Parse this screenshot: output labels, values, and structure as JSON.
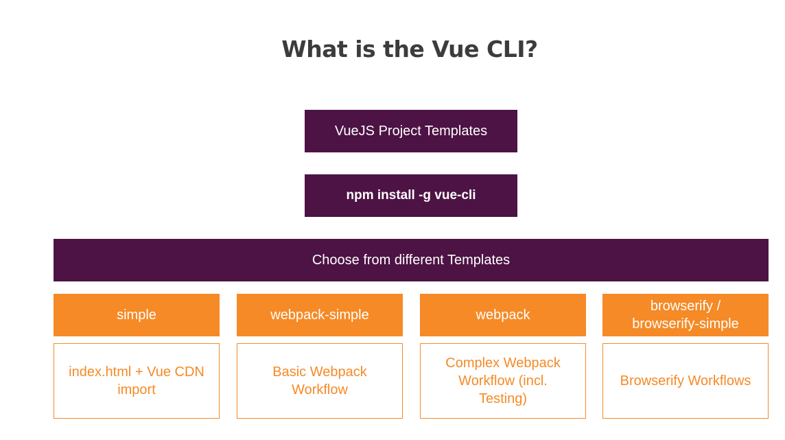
{
  "title": "What is the Vue CLI?",
  "project_templates": "VueJS Project Templates",
  "install_command": "npm install -g vue-cli",
  "choose_label": "Choose from different Templates",
  "templates": [
    {
      "name": "simple",
      "description": "index.html + Vue CDN import"
    },
    {
      "name": "webpack-simple",
      "description": "Basic Webpack Workflow"
    },
    {
      "name": "webpack",
      "description": "Complex Webpack Workflow (incl. Testing)"
    },
    {
      "name": "browserify / browserify-simple",
      "description": "Browserify Workflows"
    }
  ],
  "colors": {
    "purple": "#4d1344",
    "orange": "#f58a26",
    "title": "#3c3c3c"
  }
}
